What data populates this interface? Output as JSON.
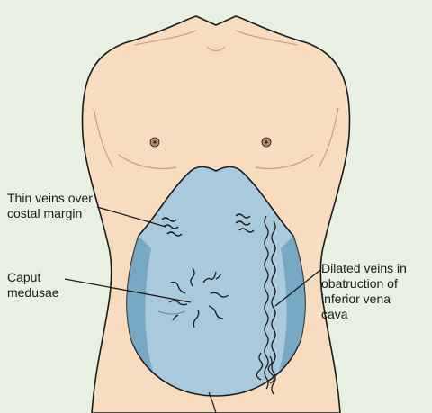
{
  "labels": {
    "thin_veins": "Thin veins over\ncostal margin",
    "caput": "Caput\nmedusae",
    "dilated": "Dilated veins in\nobatruction of\ninferior vena\ncava"
  },
  "colors": {
    "background": "#e8f0e4",
    "skin": "#f8dcc0",
    "skin_shadow": "#e9b998",
    "abdomen": "#a9c9dc",
    "abdomen_shadow": "#6fa3c1",
    "nipple": "#b88a6a",
    "ink": "#1a1a1a"
  }
}
